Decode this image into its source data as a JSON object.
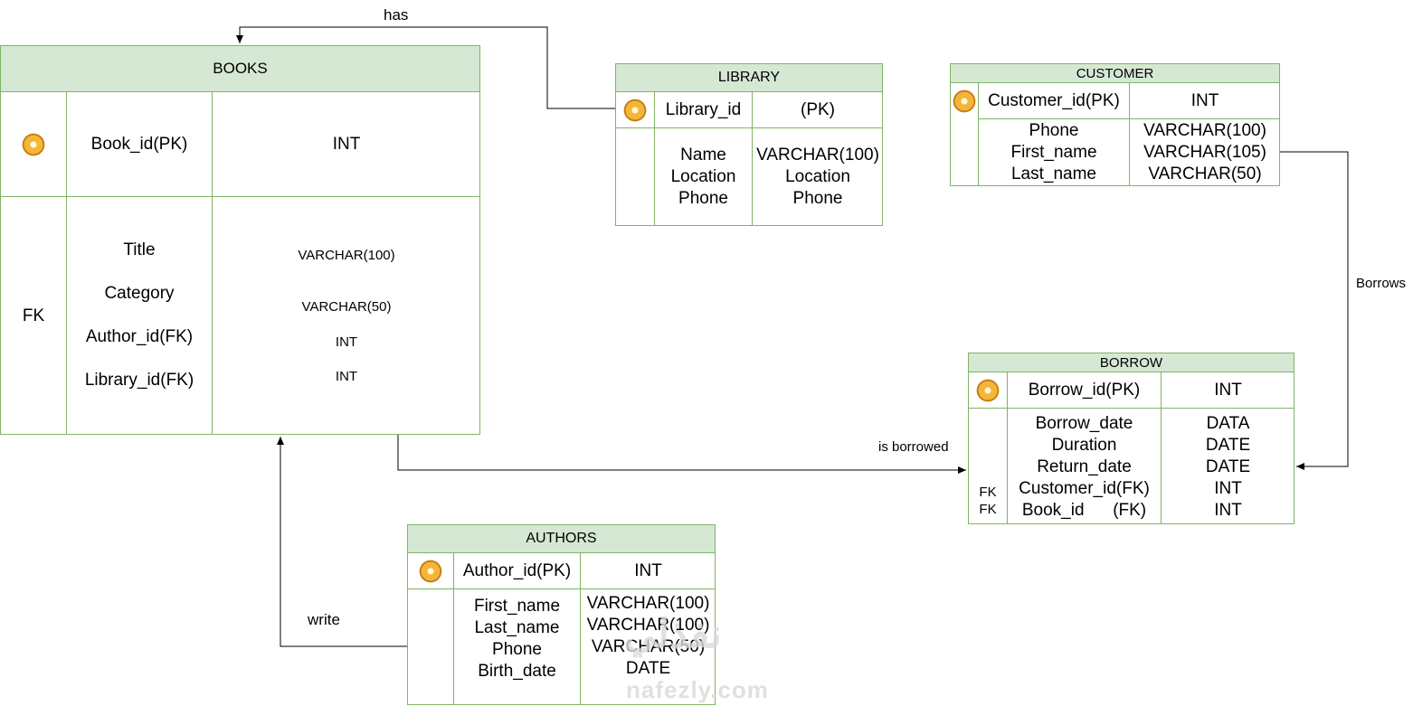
{
  "books": {
    "title": "BOOKS",
    "pk_field": "Book_id(PK)",
    "pk_type": "INT",
    "key_label": "FK",
    "fields": [
      "Title",
      "Category",
      "Author_id(FK)",
      "Library_id(FK)"
    ],
    "types": [
      "VARCHAR(100)",
      "VARCHAR(50)",
      "INT",
      "INT"
    ]
  },
  "library": {
    "title": "LIBRARY",
    "pk_field": "Library_id",
    "pk_type": "(PK)",
    "fields": [
      "Name",
      "Location",
      "Phone"
    ],
    "types": [
      "VARCHAR(100)",
      "Location",
      "Phone"
    ]
  },
  "customer": {
    "title": "CUSTOMER",
    "pk_field": "Customer_id(PK)",
    "pk_type": "INT",
    "fields": [
      "Phone",
      "First_name",
      "Last_name"
    ],
    "types": [
      "VARCHAR(100)",
      "VARCHAR(105)",
      "VARCHAR(50)"
    ]
  },
  "borrow": {
    "title": "BORROW",
    "pk_field": "Borrow_id(PK)",
    "pk_type": "INT",
    "key_labels": [
      "FK",
      "FK"
    ],
    "fields": [
      "Borrow_date",
      "Duration",
      "Return_date",
      "Customer_id(FK)",
      "Book_id      (FK)"
    ],
    "types": [
      "DATA",
      "DATE",
      "DATE",
      "INT",
      "INT"
    ]
  },
  "authors": {
    "title": "AUTHORS",
    "pk_field": "Author_id(PK)",
    "pk_type": "INT",
    "fields": [
      "First_name",
      "Last_name",
      "Phone",
      "Birth_date"
    ],
    "types": [
      "VARCHAR(100)",
      "VARCHAR(100)",
      "VARCHAR(50)",
      "DATE"
    ]
  },
  "relations": {
    "has": "has",
    "borrows": "Borrows",
    "is_borrowed": "is borrowed",
    "write": "write"
  },
  "watermark": {
    "arabic": "نفذلي",
    "latin": "nafezly.com"
  },
  "colors": {
    "header_fill": "#d5e8d4",
    "border": "#82b366",
    "key_icon": "#f4b63a"
  }
}
